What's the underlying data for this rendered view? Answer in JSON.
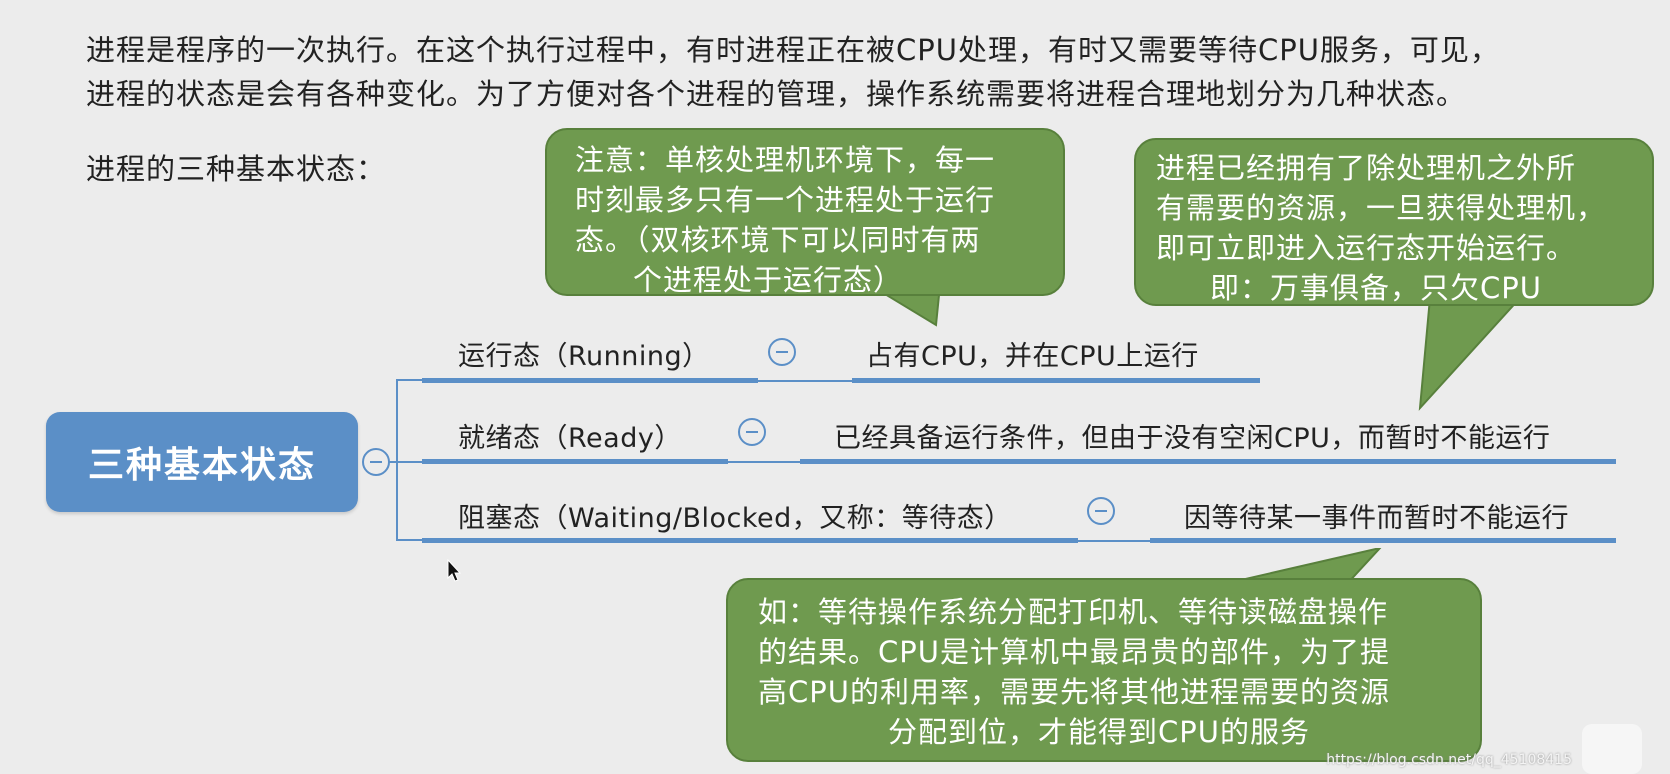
{
  "intro": {
    "line1": "进程是程序的一次执行。在这个执行过程中，有时进程正在被CPU处理，有时又需要等待CPU服务，可见，",
    "line2": "进程的状态是会有各种变化。为了方便对各个进程的管理，操作系统需要将进程合理地划分为几种状态。"
  },
  "subtitle": "进程的三种基本状态：",
  "mindmap": {
    "root": "三种基本状态",
    "branches": [
      {
        "label": "运行态（Running）",
        "description": "占有CPU，并在CPU上运行"
      },
      {
        "label": "就绪态（Ready）",
        "description": "已经具备运行条件，但由于没有空闲CPU，而暂时不能运行"
      },
      {
        "label": "阻塞态（Waiting/Blocked，又称：等待态）",
        "description": "因等待某一事件而暂时不能运行"
      }
    ]
  },
  "callouts": {
    "running_note": [
      "注意：单核处理机环境下，每一",
      "时刻最多只有一个进程处于运行",
      "态。（双核环境下可以同时有两",
      "个进程处于运行态）"
    ],
    "ready_note": [
      "进程已经拥有了除处理机之外所",
      "有需要的资源，一旦获得处理机，",
      "即可立即进入运行态开始运行。",
      "即：万事俱备，只欠CPU"
    ],
    "blocked_note": [
      "如：等待操作系统分配打印机、等待读磁盘操作",
      "的结果。CPU是计算机中最昂贵的部件，为了提",
      "高CPU的利用率，需要先将其他进程需要的资源",
      "分配到位，才能得到CPU的服务"
    ]
  },
  "watermark": "https://blog.csdn.net/qq_45108415",
  "colors": {
    "node_blue": "#5b8fc7",
    "callout_green": "#6f9a4f",
    "background": "#ececec"
  }
}
